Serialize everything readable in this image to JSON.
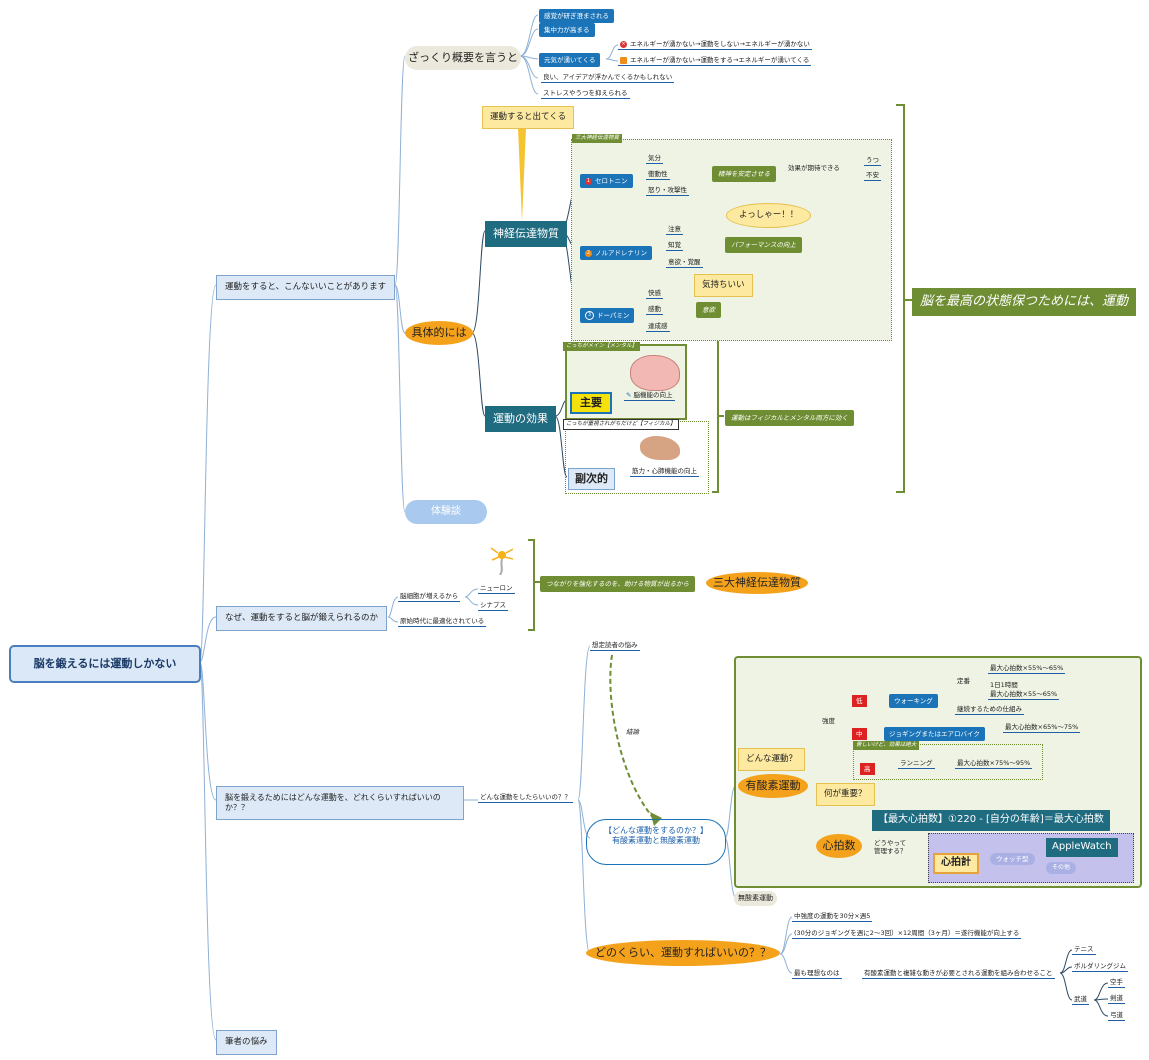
{
  "root": "脳を鍛えるには運動しかない",
  "branch1": {
    "label": "運動をすると、こんないいことがあります",
    "summary": {
      "label": "ざっくり概要を言うと",
      "items": [
        "感覚が研ぎ澄まされる",
        "集中力が高まる",
        "元気が湧いてくる",
        "良い、アイデアが浮かんでくるかもしれない",
        "ストレスやうつを抑えられる"
      ],
      "energy": [
        "エネルギーが湧かない→運動をしない→エネルギーが湧かない",
        "エネルギーが湧かない→運動をする→エネルギーが湧いてくる"
      ]
    },
    "callout_undo": "運動すると出てくる",
    "concrete": "具体的には",
    "neuro": {
      "label": "神経伝達物質",
      "group_tag": "三大神経伝達物質",
      "serotonin": {
        "label": "セロトニン",
        "effects": [
          "気分",
          "衝動性",
          "怒り・攻撃性"
        ],
        "summary": "精神を安定させる",
        "expect": "効果が期待できる",
        "targets": [
          "うつ",
          "不安"
        ]
      },
      "noradrenaline": {
        "label": "ノルアドレナリン",
        "effects": [
          "注意",
          "知覚",
          "意欲・覚醒"
        ],
        "summary": "パフォーマンスの向上",
        "bubble": "よっしゃー！！"
      },
      "dopamine": {
        "label": "ドーパミン",
        "effects": [
          "快感",
          "感動",
          "達成感"
        ],
        "summary": "意欲",
        "bubble": "気持ちいい"
      },
      "big_summary": "脳を最高の状態保つためには、運動"
    },
    "effect": {
      "label": "運動の効果",
      "main_tag": "こっちがメイン【メンタル】",
      "main_label": "主要",
      "main_item": "脳機能の向上",
      "sub_tag": "こっちが重視されがちだけど【フィジカル】",
      "sub_label": "副次的",
      "sub_item": "筋力・心肺機能の向上",
      "summary": "運動はフィジカルとメンタル両方に効く"
    },
    "experience": "体験談"
  },
  "branch2": {
    "label": "なぜ、運動をすると脳が鍛えられるのか",
    "cells": "脳細胞が増えるから",
    "neuron": "ニューロン",
    "synapse": "シナプス",
    "ancient": "原始時代に最適化されている",
    "connect": "つながりを強化するのを、助ける物質が出るから",
    "three": "三大神経伝達物質"
  },
  "branch3": {
    "label": "脳を鍛えるためにはどんな運動を、どれくらいすればいいのか？？",
    "question": "どんな運動をしたらいいの？？",
    "reader": "想定読者の悩み",
    "conclusion": "結論",
    "answer_title": "【どんな運動をするのか？】",
    "answer_body": "有酸素運動と無酸素運動",
    "what_sport": "どんな運動？",
    "aerobic": "有酸素運動",
    "intensity": "強度",
    "low": "低",
    "walking": "ウォーキング",
    "fixed": "定番",
    "walk_hr": "最大心拍数×55%〜65%",
    "walk_day": "1日1時間",
    "walk_hr2": "最大心拍数×55〜65%",
    "continue": "継続するための仕組み",
    "mid": "中",
    "jog": "ジョギングまたはエアロバイク",
    "jog_hr": "最大心拍数×65%〜75%",
    "hard_tag": "苦しいけど、効果は絶大",
    "high": "高",
    "running": "ランニング",
    "run_hr": "最大心拍数×75%〜95%",
    "important": "何が重要？",
    "heart": "心拍数",
    "formula": "【最大心拍数】①220 - [自分の年齢]＝最大心拍数",
    "manage": "どうやって\n管理する？",
    "hrmeter": "心拍計",
    "watch": "ウォッチ型",
    "applewatch": "AppleWatch",
    "other": "その他",
    "anaerobic": "無酸素運動",
    "how_much": "どのくらい、運動すればいいの？？",
    "weekly": "中強度の運動を30分×週5",
    "weekly_detail": "(30分のジョギングを週に2〜3回）×12周間（3ヶ月）＝遂行機能が向上する",
    "ideal": "最も理想なのは",
    "combine": "有酸素運動と複雑な動きが必要とされる運動を組み合わせること",
    "sports": [
      "テニス",
      "ボルダリングジム"
    ],
    "budo": "武道",
    "budo_items": [
      "空手",
      "剣道",
      "弓道"
    ]
  },
  "branch4": {
    "label": "筆者の悩み"
  },
  "colors": {
    "accent": "#1b74b8",
    "green": "#6f8d33",
    "orange": "#f4a21c",
    "teal": "#1f6b80"
  }
}
